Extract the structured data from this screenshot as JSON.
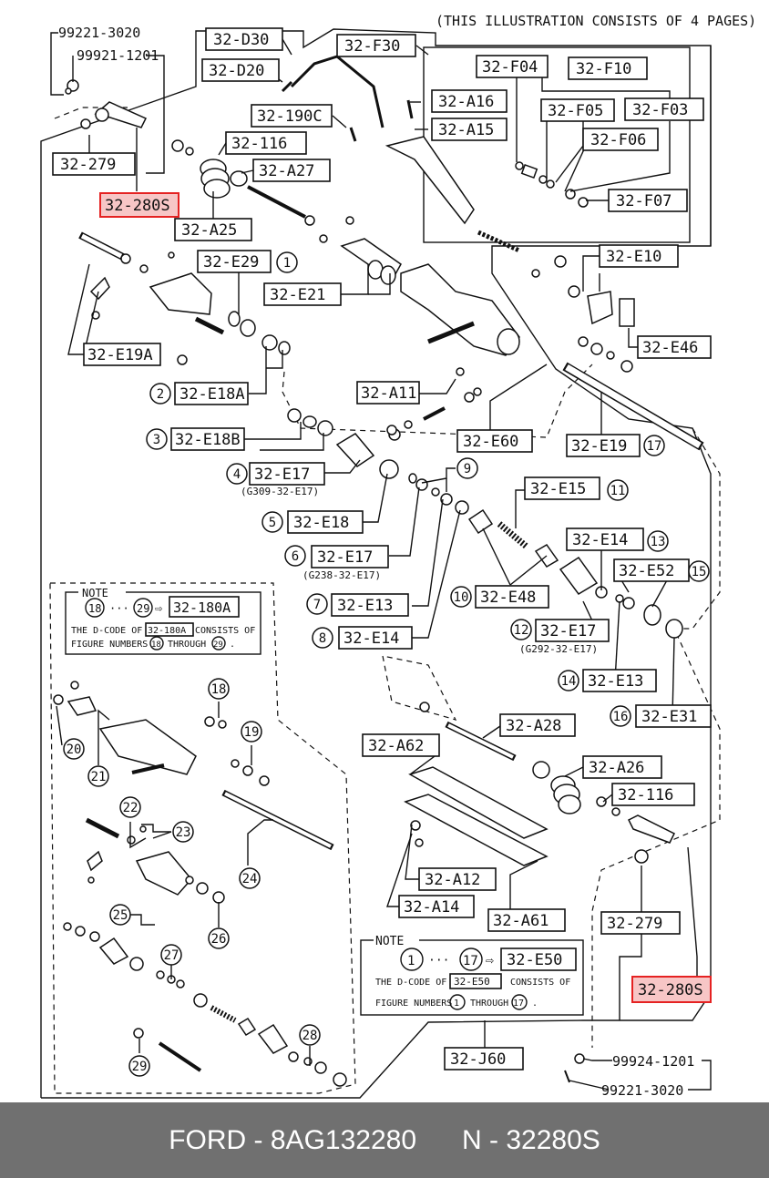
{
  "header_note": "(THIS ILLUSTRATION CONSISTS OF 4 PAGES)",
  "colors": {
    "highlight_fill": "#f7c6c6",
    "highlight_border": "#e52222",
    "footer_bg": "#707070",
    "line": "#111111"
  },
  "callouts": {
    "c99221_top": "99221-3020",
    "c99921": "99921-1201",
    "c32D30": "32-D30",
    "c32D20": "32-D20",
    "c32F30": "32-F30",
    "c32F04": "32-F04",
    "c32F10": "32-F10",
    "c32A16": "32-A16",
    "c32A15": "32-A15",
    "c32F05": "32-F05",
    "c32F03": "32-F03",
    "c32F06": "32-F06",
    "c32F07": "32-F07",
    "c32190C": "32-190C",
    "c32116a": "32-116",
    "c32A27": "32-A27",
    "c32279a": "32-279",
    "c32280Sa": "32-280S",
    "c32A25": "32-A25",
    "c32E29": "32-E29",
    "c32E21": "32-E21",
    "c32E10": "32-E10",
    "c32E46": "32-E46",
    "c32E19A": "32-E19A",
    "c32E18A": "32-E18A",
    "c32A11": "32-A11",
    "c32E60": "32-E60",
    "c32E19": "32-E19",
    "c32E18B": "32-E18B",
    "c32E17a": "32-E17",
    "c32E18": "32-E18",
    "c32E15": "32-E15",
    "c32E14a": "32-E14",
    "c32E17b": "32-E17",
    "c32E52": "32-E52",
    "c32E13a": "32-E13",
    "c32E48": "32-E48",
    "c32E14b": "32-E14",
    "c32E17c": "32-E17",
    "c32E13b": "32-E13",
    "c32E31": "32-E31",
    "c32A28": "32-A28",
    "c32A62": "32-A62",
    "c32A26": "32-A26",
    "c32116b": "32-116",
    "c32A12": "32-A12",
    "c32A14": "32-A14",
    "c32A61": "32-A61",
    "c32279b": "32-279",
    "c32280Sb": "32-280S",
    "c32J60": "32-J60",
    "c99924": "99924-1201",
    "c99221_bot": "99221-3020"
  },
  "subnotes": {
    "e17a": "(G309-32-E17)",
    "e17b": "(G238-32-E17)",
    "e17c": "(G292-32-E17)"
  },
  "circled": {
    "n1": "1",
    "n2": "2",
    "n3": "3",
    "n4": "4",
    "n5": "5",
    "n6": "6",
    "n7": "7",
    "n8": "8",
    "n9": "9",
    "n10": "10",
    "n11": "11",
    "n12": "12",
    "n13": "13",
    "n14": "14",
    "n15": "15",
    "n16": "16",
    "n17": "17",
    "n18": "18",
    "n19": "19",
    "n20": "20",
    "n21": "21",
    "n22": "22",
    "n23": "23",
    "n24": "24",
    "n25": "25",
    "n26": "26",
    "n27": "27",
    "n28": "28",
    "n29": "29"
  },
  "note_a": {
    "title": "NOTE",
    "from": "18",
    "dots": "···",
    "to": "29",
    "arrow": "⇨",
    "code": "32-180A",
    "line2_pre": "THE D-CODE OF",
    "line2_code": "32-180A",
    "line2_post": "CONSISTS OF",
    "line3_pre": "FIGURE NUMBERS",
    "line3_a": "18",
    "line3_mid": "THROUGH",
    "line3_b": "29",
    "line3_end": "."
  },
  "note_b": {
    "title": "NOTE",
    "from": "1",
    "dots": "···",
    "to": "17",
    "arrow": "⇨",
    "code": "32-E50",
    "line2_pre": "THE D-CODE OF",
    "line2_code": "32-E50",
    "line2_post": "CONSISTS OF",
    "line3_pre": "FIGURE NUMBERS",
    "line3_a": "1",
    "line3_mid": "THROUGH",
    "line3_b": "17",
    "line3_end": "."
  },
  "footer": {
    "brand": "FORD",
    "sep": "-",
    "oem": "8AG132280",
    "n_label": "N",
    "part": "32280S"
  }
}
